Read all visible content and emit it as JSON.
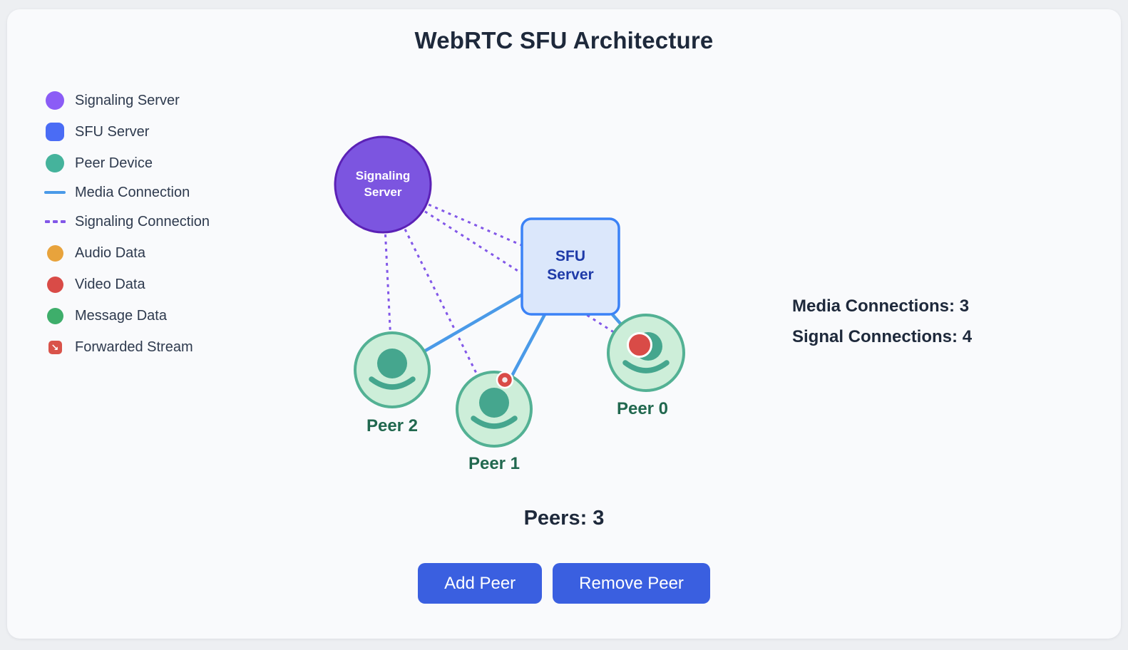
{
  "title": "WebRTC SFU Architecture",
  "colors": {
    "signaling_legend": "#8b5cf6",
    "sfu_legend": "#4a6cf5",
    "peer_legend": "#45b39c",
    "media_line": "#4a9ae8",
    "signal_line": "#8257e8",
    "audio": "#e8a33c",
    "video": "#d94b47",
    "message": "#3eae6b",
    "forwarded": "#d9534a",
    "node_purple_fill": "#7c55e0",
    "node_purple_border": "#5b21b6",
    "sfu_box_fill": "#dbe7fb",
    "sfu_box_border": "#3b82f6",
    "sfu_text": "#1e3aa8",
    "peer_fill": "#cdeed9",
    "peer_border": "#53b194",
    "peer_part": "#45a68e",
    "peer_label": "#21684f",
    "button_blue": "#3a5fe0",
    "white": "#ffffff"
  },
  "legend": {
    "items": [
      {
        "label": "Signaling Server",
        "icon": "circle",
        "color": "#8b5cf6"
      },
      {
        "label": "SFU Server",
        "icon": "rounded-square",
        "color": "#4a6cf5"
      },
      {
        "label": "Peer Device",
        "icon": "circle",
        "color": "#45b39c"
      },
      {
        "label": "Media Connection",
        "icon": "solid-line",
        "color": "#4a9ae8"
      },
      {
        "label": "Signaling Connection",
        "icon": "dashed-line",
        "color": "#8257e8"
      },
      {
        "label": "Audio Data",
        "icon": "circle",
        "color": "#e8a33c"
      },
      {
        "label": "Video Data",
        "icon": "circle",
        "color": "#d94b47"
      },
      {
        "label": "Message Data",
        "icon": "circle",
        "color": "#3eae6b"
      },
      {
        "label": "Forwarded Stream",
        "icon": "arrow-square",
        "color": "#d9534a",
        "glyph": "↘"
      }
    ]
  },
  "diagram": {
    "signaling_server": {
      "line1": "Signaling",
      "line2": "Server"
    },
    "sfu_server": {
      "line1": "SFU",
      "line2": "Server"
    },
    "peers": [
      {
        "label": "Peer 0"
      },
      {
        "label": "Peer 1"
      },
      {
        "label": "Peer 2"
      }
    ]
  },
  "stats": {
    "media_connections": {
      "label": "Media Connections:",
      "value": "3"
    },
    "signal_connections": {
      "label": "Signal Connections:",
      "value": "4"
    }
  },
  "peers_count": {
    "label": "Peers:",
    "value": "3"
  },
  "buttons": {
    "add_peer": "Add Peer",
    "remove_peer": "Remove Peer"
  }
}
